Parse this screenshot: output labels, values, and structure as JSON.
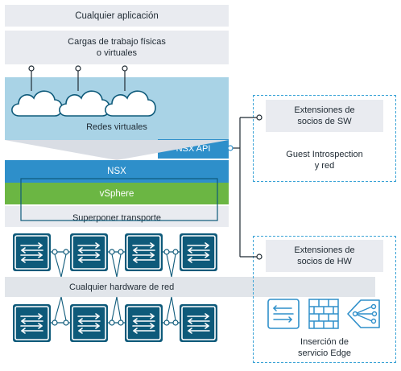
{
  "stack": {
    "any_application": "Cualquier aplicación",
    "workloads": "Cargas de trabajo físicas\no virtuales",
    "virtual_networks": "Redes virtuales",
    "nsx": "NSX",
    "vsphere": "vSphere",
    "overlay_transport": "Superponer transporte",
    "nsx_api": "NSX API"
  },
  "hardware": {
    "any_network_hardware": "Cualquier hardware de red"
  },
  "sw_partners": {
    "title": "Extensiones de\nsocios de SW",
    "subtitle": "Guest Introspection\ny red"
  },
  "hw_partners": {
    "title": "Extensiones de\nsocios de HW",
    "subtitle": "Inserción de\nservicio Edge"
  },
  "colors": {
    "nsx_blue": "#2e8fca",
    "vsphere_green": "#6bb643",
    "dark_teal": "#0e5a7a",
    "cloud_band": "#a9d3e6",
    "dashed_border": "#3aa3d6"
  },
  "icons": [
    "cloud-icon",
    "switch-icon",
    "load-balancer-icon",
    "firewall-icon",
    "routing-icon"
  ]
}
